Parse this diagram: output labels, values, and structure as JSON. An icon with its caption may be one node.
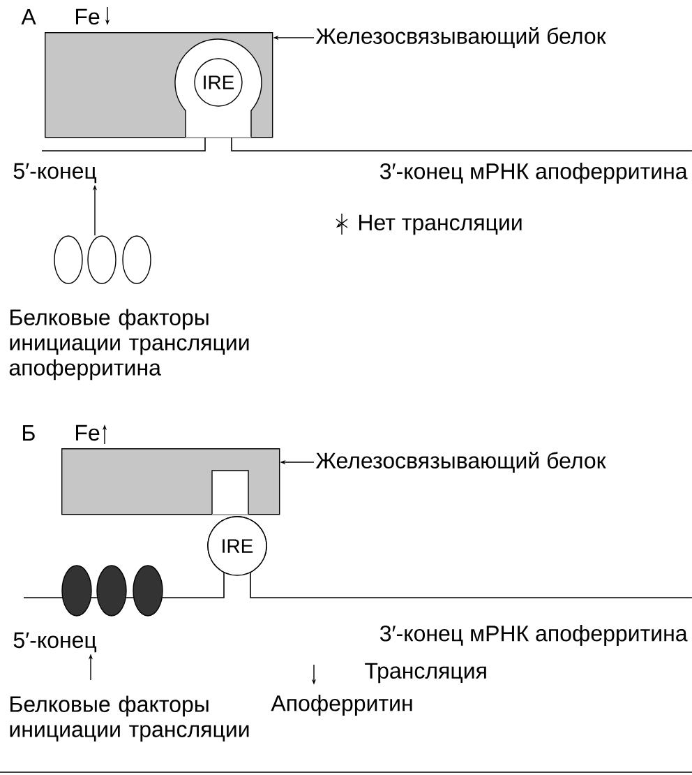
{
  "diagram": {
    "nodes": [
      {
        "text": [],
        "shape": "box"
      },
      {
        "text": [
          "Железосвязывающий белок"
        ]
      },
      {
        "text": [
          "IRE"
        ],
        "in": 0
      },
      {
        "text": [
          "5′-конец"
        ]
      },
      {
        "text": [],
        "shape": "oval"
      },
      {
        "text": [],
        "shape": "oval"
      },
      {
        "text": [],
        "shape": "oval"
      },
      {
        "text": [
          "Белковые факторы инициации трансляции апоферритина"
        ]
      },
      {
        "text": [],
        "shape": "box"
      },
      {
        "text": [
          "Железосвязывающий белок"
        ]
      },
      {
        "text": [
          "IRE"
        ]
      },
      {
        "text": [],
        "shape": "oval"
      },
      {
        "text": [],
        "shape": "oval"
      },
      {
        "text": [],
        "shape": "oval"
      },
      {
        "text": [
          "5′-конец"
        ]
      },
      {
        "text": [
          "Белковые факторы инициации трансляции"
        ]
      },
      {
        "text": [
          "Апоферритин"
        ]
      }
    ],
    "edges": [
      {
        "from": 1,
        "to": 0,
        "arrow": "to"
      },
      {
        "from": 5,
        "to": 3,
        "arrow": "to"
      },
      {
        "from": 9,
        "to": 8,
        "arrow": "to"
      },
      {
        "from": 15,
        "to": 14,
        "arrow": "to"
      },
      {
        "from": null,
        "to": 16,
        "arrow": "to",
        "label": "Трансляция"
      }
    ],
    "labels": [
      "А",
      "Fe",
      "3′-конец мРНК апоферритина",
      "Нет трансляции",
      "Б",
      "Fe",
      "3′-конец мРНК апоферритина"
    ]
  }
}
